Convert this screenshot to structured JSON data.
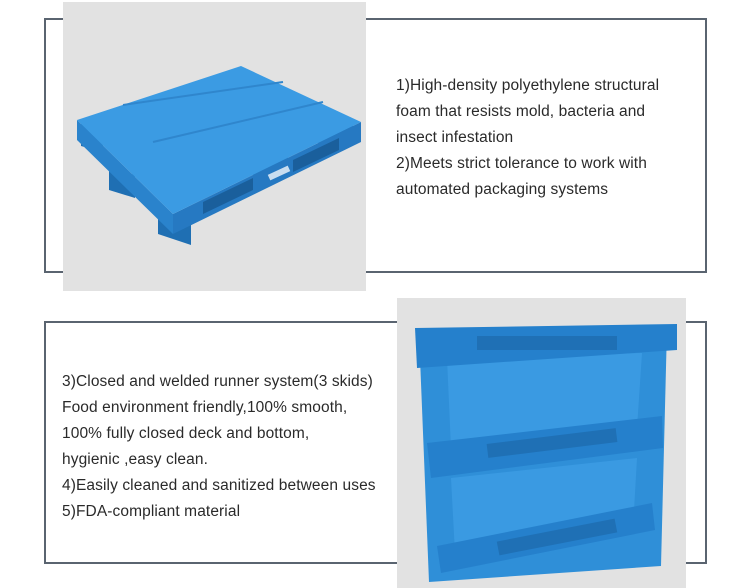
{
  "section_top": {
    "lines": [
      "1)High-density polyethylene structural",
      "foam that resists mold, bacteria and",
      "insect infestation",
      "2)Meets strict tolerance to work with",
      "automated packaging systems"
    ],
    "image": "blue-plastic-pallet-top-view"
  },
  "section_bottom": {
    "lines": [
      "3)Closed and welded runner system(3 skids)",
      "Food environment friendly,100% smooth,",
      "100% fully closed deck and bottom,",
      "hygienic ,easy clean.",
      "4)Easily cleaned and sanitized between uses",
      "5)FDA-compliant material"
    ],
    "image": "blue-plastic-pallet-bottom-view"
  },
  "colors": {
    "frame_border": "#5a6470",
    "photo_background": "#e2e2e2",
    "pallet_blue": "#2f8fd8",
    "text": "#2a2a2a"
  }
}
